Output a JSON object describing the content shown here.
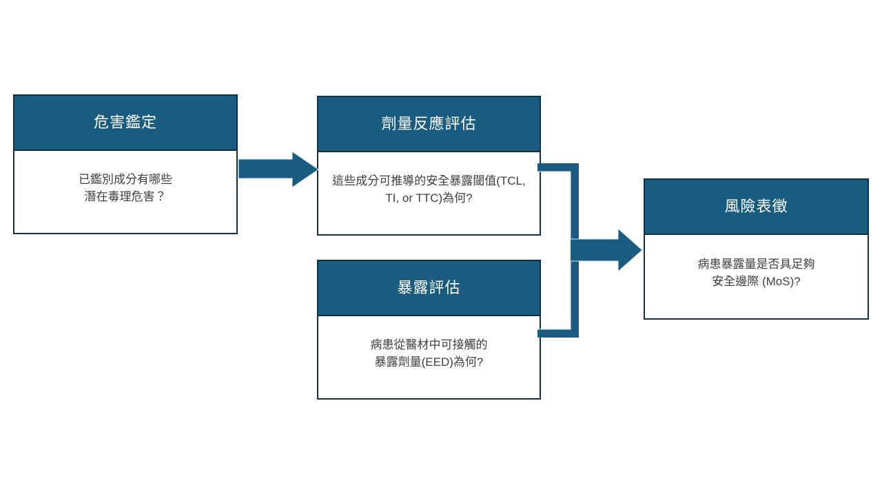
{
  "diagram": {
    "title_semantic": "toxicological-risk-assessment-flow",
    "colors": {
      "header_fill": "#1a5c7f",
      "box_border": "#10303f",
      "body_fill": "#ffffff",
      "header_text": "#ffffff",
      "body_text": "#3f3f3f",
      "arrow_fill": "#1a5c7f"
    },
    "boxes": [
      {
        "id": "hazard-identification",
        "header": "危害鑑定",
        "body_lines": [
          "已鑑別成分有哪些",
          "潛在毒理危害？"
        ]
      },
      {
        "id": "dose-response-assessment",
        "header": "劑量反應評估",
        "body_lines": [
          "這些成分可推導的安全暴露閾值(TCL,",
          "TI, or TTC)為何?"
        ]
      },
      {
        "id": "exposure-assessment",
        "header": "暴露評估",
        "body_lines": [
          "病患從醫材中可接觸的",
          "暴露劑量(EED)為何?"
        ]
      },
      {
        "id": "risk-characterization",
        "header": "風險表徵",
        "body_lines": [
          "病患暴露量是否具足夠",
          "安全邊際 (MoS)?"
        ]
      }
    ],
    "connectors": [
      {
        "id": "hazard-to-dose",
        "type": "block-arrow-right",
        "from": "hazard-identification",
        "to": "dose-response-assessment"
      },
      {
        "id": "dose-and-exposure-to-risk",
        "type": "merge-elbow-arrow-right",
        "from": [
          "dose-response-assessment",
          "exposure-assessment"
        ],
        "to": "risk-characterization"
      }
    ]
  }
}
